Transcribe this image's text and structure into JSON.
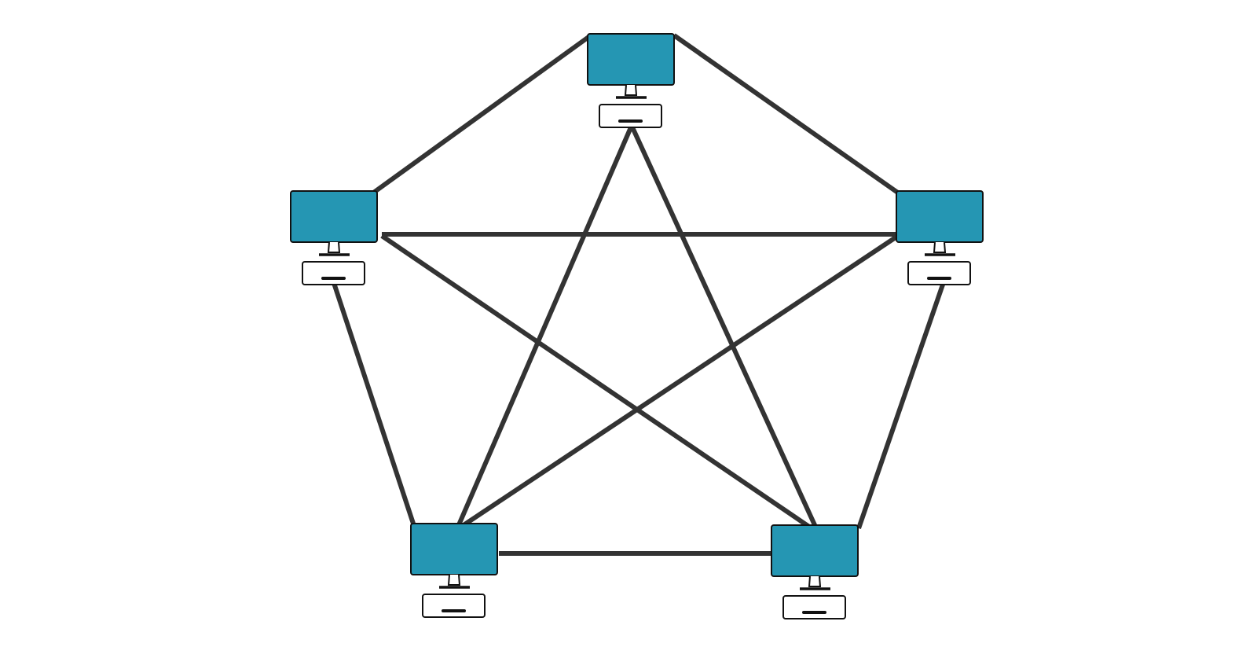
{
  "diagram": {
    "topology": "full-mesh",
    "node_count": 5,
    "nodes": [
      {
        "id": "computer-top",
        "icon": "desktop-computer-icon"
      },
      {
        "id": "computer-left",
        "icon": "desktop-computer-icon"
      },
      {
        "id": "computer-right",
        "icon": "desktop-computer-icon"
      },
      {
        "id": "computer-bottom-left",
        "icon": "desktop-computer-icon"
      },
      {
        "id": "computer-bottom-right",
        "icon": "desktop-computer-icon"
      }
    ],
    "links": [
      [
        "computer-top",
        "computer-left"
      ],
      [
        "computer-top",
        "computer-right"
      ],
      [
        "computer-top",
        "computer-bottom-left"
      ],
      [
        "computer-top",
        "computer-bottom-right"
      ],
      [
        "computer-left",
        "computer-right"
      ],
      [
        "computer-left",
        "computer-bottom-left"
      ],
      [
        "computer-left",
        "computer-bottom-right"
      ],
      [
        "computer-right",
        "computer-bottom-left"
      ],
      [
        "computer-right",
        "computer-bottom-right"
      ],
      [
        "computer-bottom-left",
        "computer-bottom-right"
      ]
    ],
    "colors": {
      "screen": "#2596b3",
      "outline": "#111111",
      "link": "#333333",
      "case": "#ffffff"
    }
  }
}
